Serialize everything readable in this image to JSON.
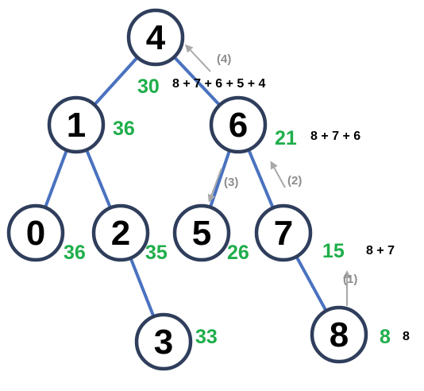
{
  "colors": {
    "edge": "#4a72c0",
    "node_border": "#2f3e5c",
    "sum_text": "#1fae4b",
    "step_text": "#8c8c8c",
    "arrow": "#a8a8a8"
  },
  "nodes": [
    {
      "id": "4",
      "label": "4",
      "sum": "30"
    },
    {
      "id": "1",
      "label": "1",
      "sum": "36"
    },
    {
      "id": "6",
      "label": "6",
      "sum": "21"
    },
    {
      "id": "0",
      "label": "0",
      "sum": "36"
    },
    {
      "id": "2",
      "label": "2",
      "sum": "35"
    },
    {
      "id": "5",
      "label": "5",
      "sum": "26"
    },
    {
      "id": "7",
      "label": "7",
      "sum": "15"
    },
    {
      "id": "3",
      "label": "3",
      "sum": "33"
    },
    {
      "id": "8",
      "label": "8",
      "sum": "8"
    }
  ],
  "edges": [
    {
      "from": "4",
      "to": "1"
    },
    {
      "from": "4",
      "to": "6"
    },
    {
      "from": "1",
      "to": "0"
    },
    {
      "from": "1",
      "to": "2"
    },
    {
      "from": "2",
      "to": "3"
    },
    {
      "from": "6",
      "to": "5"
    },
    {
      "from": "6",
      "to": "7"
    },
    {
      "from": "7",
      "to": "8"
    }
  ],
  "expressions": [
    {
      "node": "4",
      "text": "8 + 7 + 6 + 5 + 4"
    },
    {
      "node": "6",
      "text": "8 + 7 + 6"
    },
    {
      "node": "7",
      "text": "8 + 7"
    },
    {
      "node": "8",
      "text": "8"
    }
  ],
  "steps": [
    {
      "label": "(1)",
      "from": "8",
      "to": "7"
    },
    {
      "label": "(2)",
      "from": "7",
      "to": "6"
    },
    {
      "label": "(3)",
      "from": "6",
      "to": "5"
    },
    {
      "label": "(4)",
      "from": "5",
      "to": "4"
    }
  ]
}
